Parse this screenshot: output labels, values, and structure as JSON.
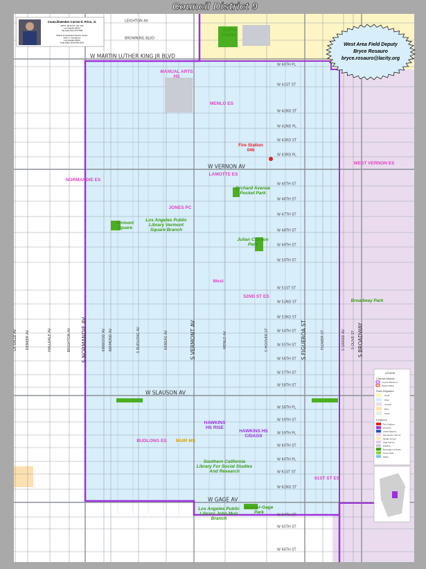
{
  "title": "Council District 9",
  "councilmember": {
    "name": "Councilmember Curren D. Price, Jr.",
    "lines": [
      "200 N. Spring St., Rm 420",
      "Los Angeles 90012",
      "City Hall (213) 473-7009",
      "",
      "District 9 Constituent Service Center",
      "4301 S. Central Ave",
      "Los Angeles 90011",
      "Field Office (323) 846-2651"
    ]
  },
  "deputy": {
    "role": "West Area Field Deputy",
    "name": "Bryce Rosauro",
    "email": "bryce.rosauro@lacity.org"
  },
  "colors": {
    "district_boundary": "#9b30d9",
    "west": "#d8eefb",
    "north": "#fdf5c4",
    "central": "#eadcee",
    "park": "#4caf22",
    "school": "#e040c0",
    "fire": "#e02020",
    "frame": "#a9a9a9"
  },
  "streets": {
    "horizontal": [
      "LEIGHTON AV",
      "BROWNING BLVD",
      "W MARTIN LUTHER KING JR BLVD",
      "W 40TH PL",
      "W 41ST ST",
      "W 42ND ST",
      "W 42ND PL",
      "W 43RD ST",
      "W 43RD PL",
      "W VERNON AV",
      "W 45TH ST",
      "W 46TH ST",
      "W 47TH ST",
      "W 48TH ST",
      "W 49TH ST",
      "W 50TH ST",
      "W 51ST ST",
      "W 52ND ST",
      "W 53RD ST",
      "W 54TH ST",
      "W 55TH ST",
      "W 56TH ST",
      "W 57TH ST",
      "W 58TH ST",
      "W SLAUSON AV",
      "W 58TH PL",
      "W 59TH ST",
      "W 59TH PL",
      "W 60TH ST",
      "W 60TH PL",
      "W 61ST ST",
      "W 62ND ST",
      "W GAGE AV",
      "W 64TH ST",
      "W 65TH ST",
      "W 66TH ST"
    ],
    "vertical": [
      "LA SALLE AV",
      "DENKER AV",
      "HALLDALE AV",
      "BRIGHTON AV",
      "S NORMANDIE AV",
      "KINWOOD AV",
      "RAYMOND AV",
      "S BUDLONG AV",
      "KANSAS AV",
      "S VERMONT AV",
      "MENLO AV",
      "S HOOVER ST",
      "S FIGUEROA ST",
      "FLOWER ST",
      "S GRAND AV",
      "S OLIVE ST",
      "S BROADWAY"
    ]
  },
  "places": [
    {
      "name": "MANUAL ARTS HS",
      "type": "school"
    },
    {
      "name": "MENLO ES",
      "type": "school"
    },
    {
      "name": "EXPO Center",
      "type": "park"
    },
    {
      "name": "Fire Station 046",
      "type": "fire"
    },
    {
      "name": "WEST VERNON ES",
      "type": "school"
    },
    {
      "name": "NORMANDIE ES",
      "type": "school"
    },
    {
      "name": "LAMOTTE ES",
      "type": "school"
    },
    {
      "name": "Orchard Avenue Pocket Park",
      "type": "park"
    },
    {
      "name": "JONES PC",
      "type": "school"
    },
    {
      "name": "Los Angeles Public Library Vermont Square Branch",
      "type": "park"
    },
    {
      "name": "Vermont Square",
      "type": "park"
    },
    {
      "name": "Julian C Dixon Park",
      "type": "park"
    },
    {
      "name": "West",
      "type": "school"
    },
    {
      "name": "52ND ST ES",
      "type": "school"
    },
    {
      "name": "Broadway Park",
      "type": "park"
    },
    {
      "name": "HAWKINS HS RISE",
      "type": "hs"
    },
    {
      "name": "HAWKINS HS C/DAGS",
      "type": "hs"
    },
    {
      "name": "BUDLONG ES",
      "type": "school"
    },
    {
      "name": "MUIR MS",
      "type": "ms"
    },
    {
      "name": "Southern California Library For Social Studies And Research",
      "type": "park"
    },
    {
      "name": "61ST ST ES",
      "type": "school"
    },
    {
      "name": "Los Angeles Public Library John Muir Branch",
      "type": "park"
    },
    {
      "name": "Hoover-Gage Park",
      "type": "park"
    }
  ],
  "legend": {
    "heading": "LEGEND",
    "council_district_heading": "Council District",
    "council_district_items": [
      "Council District 9",
      "District Office"
    ],
    "field_deputies_heading": "Field Deputies",
    "field_deputies": [
      {
        "label": "North",
        "color": "#fdf5c4"
      },
      {
        "label": "West",
        "color": "#d8eefb"
      },
      {
        "label": "Central",
        "color": "#eadcee"
      },
      {
        "label": "East",
        "color": "#fde0b0"
      },
      {
        "label": "South",
        "color": "#e4f0d8"
      }
    ],
    "features_heading": "Features",
    "features": [
      "Fire Stations",
      "Libraries",
      "LAPD Stations",
      "Elementary School",
      "Middle School",
      "High School",
      "Building",
      "Recreation & Parks",
      "Green Path",
      "Water"
    ]
  }
}
